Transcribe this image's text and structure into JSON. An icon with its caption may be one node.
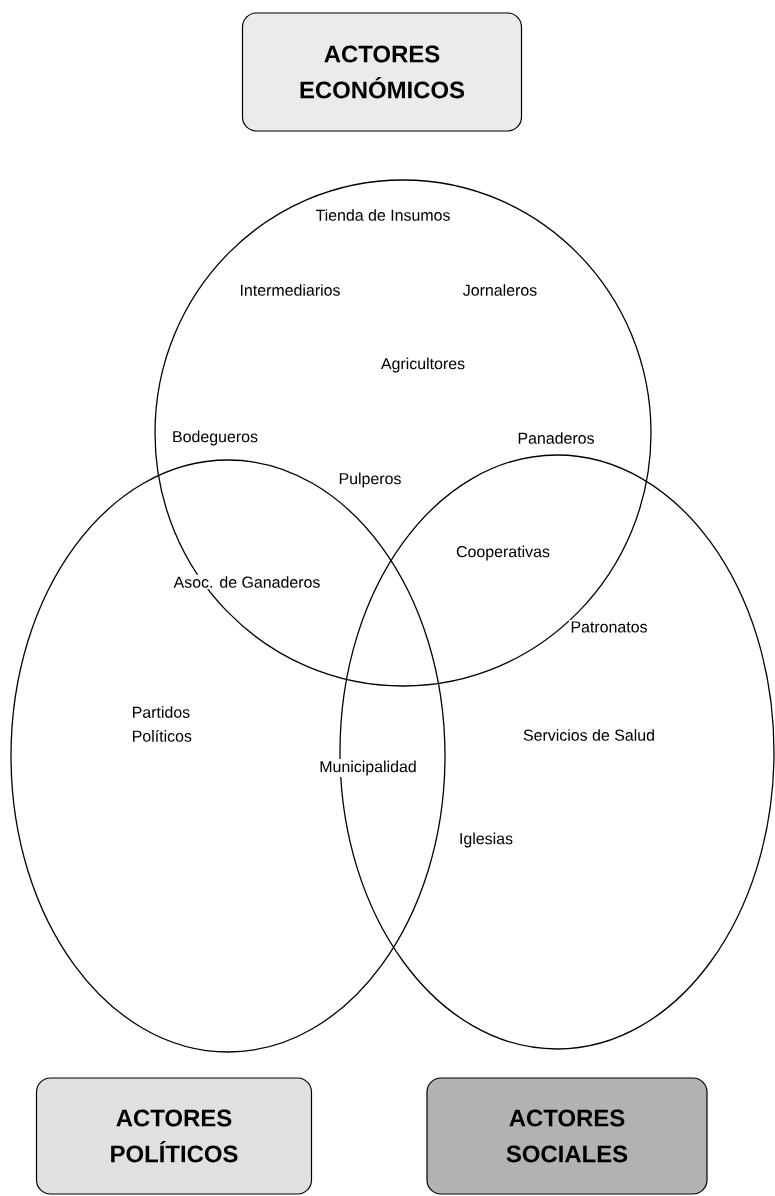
{
  "diagram": {
    "nodes": [
      {
        "text": [
          "ACTORES ECONÓMICOS"
        ]
      },
      {
        "text": [],
        "shape": "ellipse"
      },
      {
        "text": [],
        "shape": "ellipse"
      },
      {
        "text": [],
        "shape": "ellipse"
      },
      {
        "text": [
          "ACTORES POLÍTICOS"
        ]
      },
      {
        "text": [
          "ACTORES SOCIALES"
        ]
      }
    ],
    "edges": [],
    "labels": [
      "Tienda de Insumos",
      "Intermediarios",
      "Jornaleros",
      "Agricultores",
      "Bodegueros",
      "Panaderos",
      "Pulperos",
      "Cooperativas",
      "Asoc. de Ganaderos",
      "Patronatos",
      "Partidos Políticos",
      "Servicios de Salud",
      "Municipalidad",
      "Iglesias"
    ]
  }
}
